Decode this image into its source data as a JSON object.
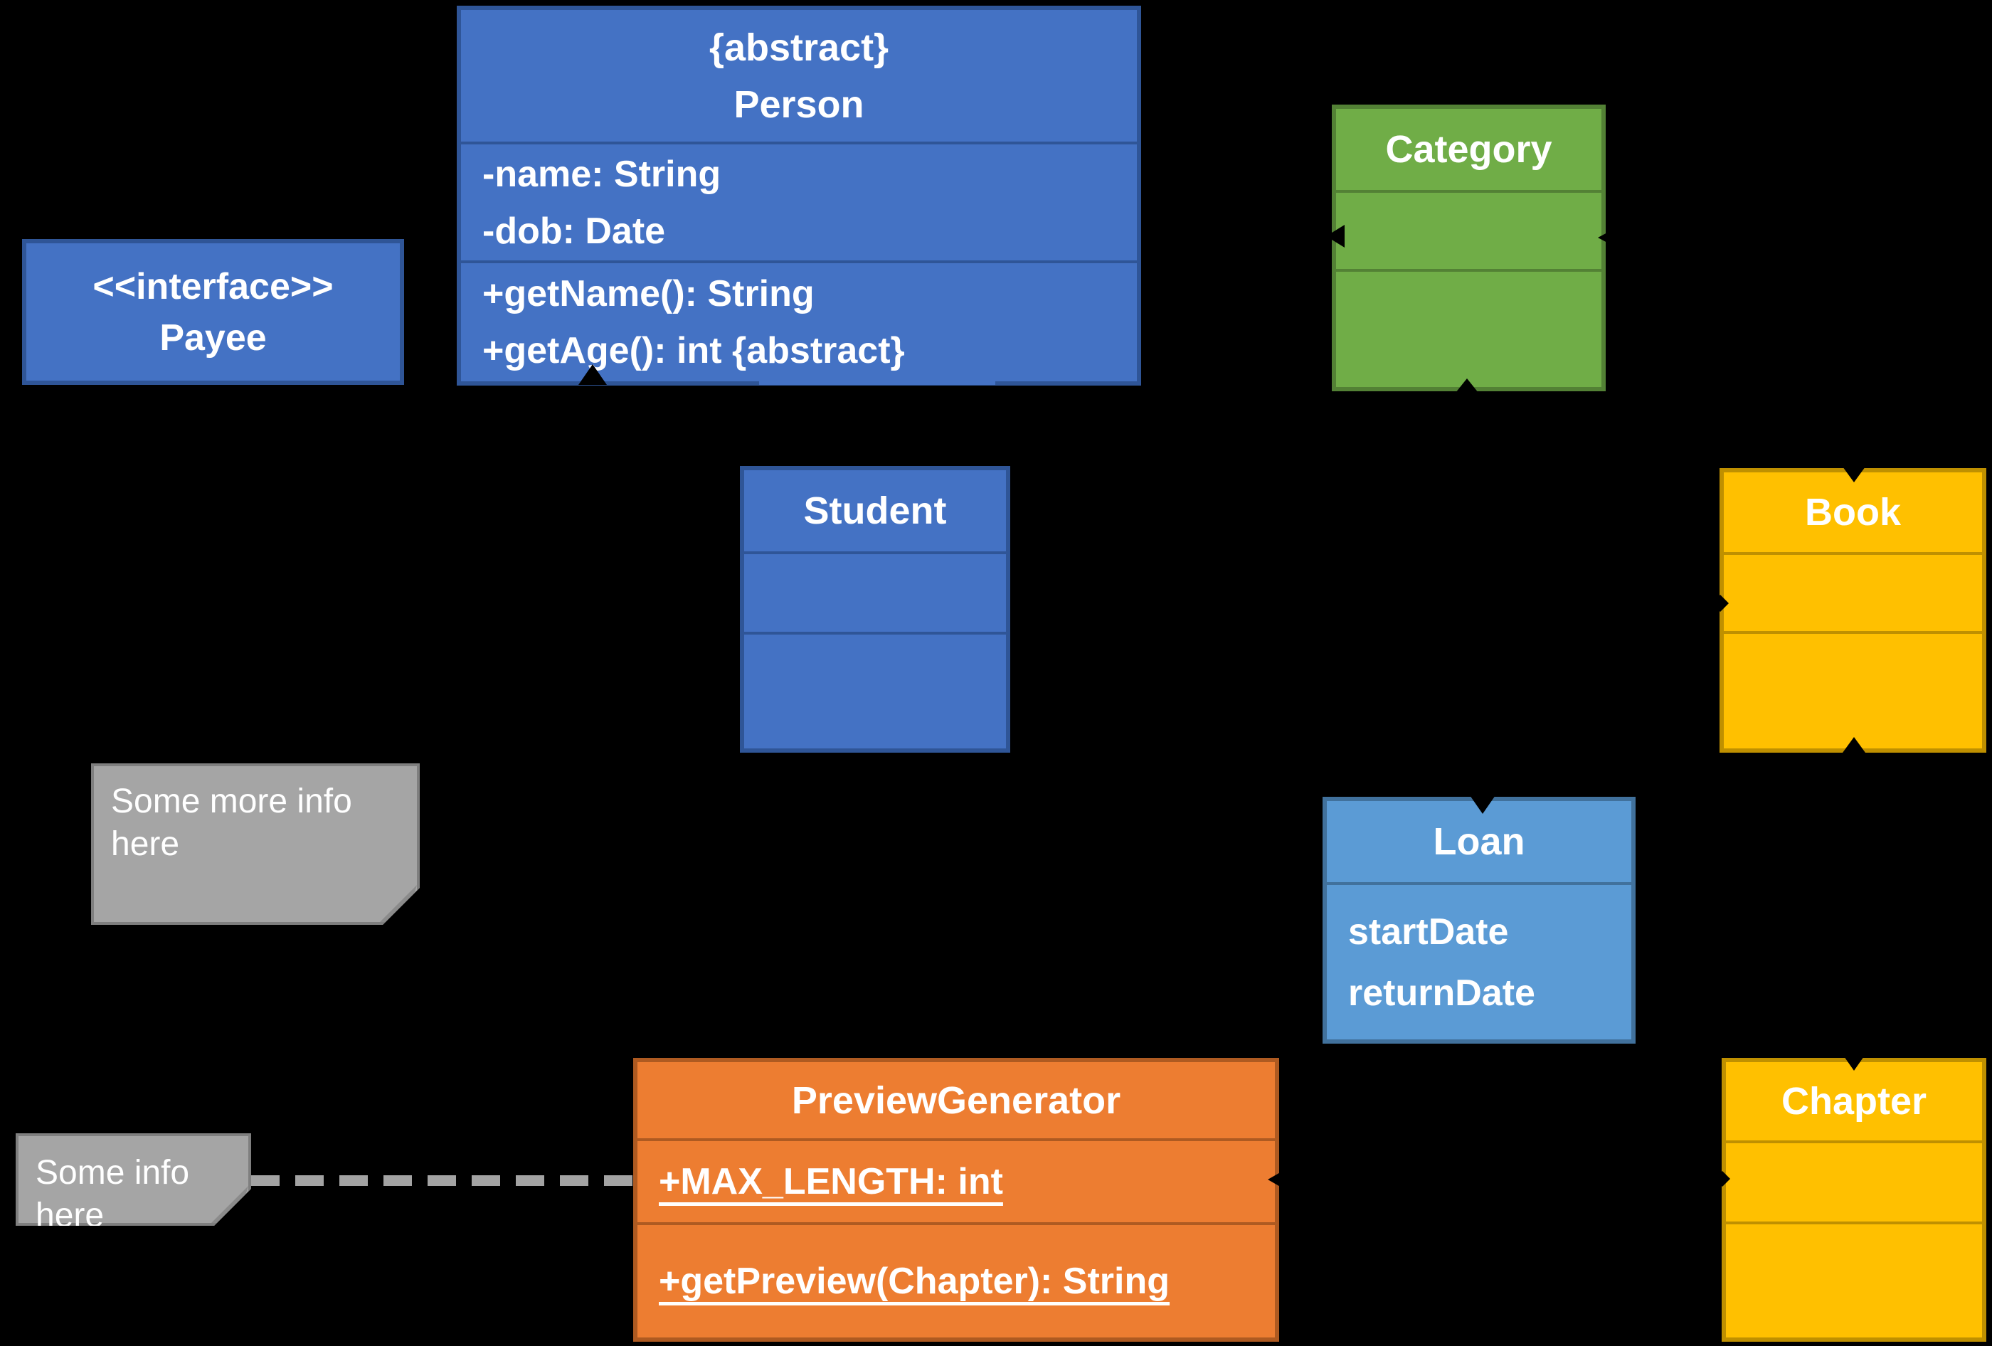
{
  "diagram_title": "UML class diagram",
  "colors": {
    "background": "#000000",
    "class_blue": "#4472C4",
    "class_blue_border": "#2F5597",
    "class_light_blue": "#5B9BD5",
    "class_light_blue_border": "#41719C",
    "class_green": "#70AD47",
    "class_green_border": "#538135",
    "class_gold": "#FFC000",
    "class_gold_border": "#BF9000",
    "class_orange": "#ED7D31",
    "class_orange_border": "#AE5A21",
    "note_gray": "#A5A5A5",
    "note_border": "#7F7F7F",
    "text": "#FFFFFF"
  },
  "classes": {
    "payee": {
      "stereotype": "<<interface>>",
      "name": "Payee"
    },
    "person": {
      "stereotype": "{abstract}",
      "name": "Person",
      "attributes": [
        "-name: String",
        "-dob: Date"
      ],
      "methods": [
        "+getName(): String",
        "+getAge(): int {abstract}"
      ]
    },
    "category": {
      "name": "Category",
      "attributes": [],
      "methods": []
    },
    "student": {
      "name": "Student",
      "attributes": [],
      "methods": []
    },
    "book": {
      "name": "Book",
      "attributes": [],
      "methods": []
    },
    "loan": {
      "name": "Loan",
      "attributes": [
        "startDate",
        "returnDate"
      ]
    },
    "preview_generator": {
      "name": "PreviewGenerator",
      "static_attribute": "+MAX_LENGTH: int",
      "static_method": "+getPreview(Chapter): String"
    },
    "chapter": {
      "name": "Chapter",
      "attributes": [],
      "methods": []
    }
  },
  "notes": {
    "more_info": "Some more info here",
    "info": "Some info here"
  }
}
